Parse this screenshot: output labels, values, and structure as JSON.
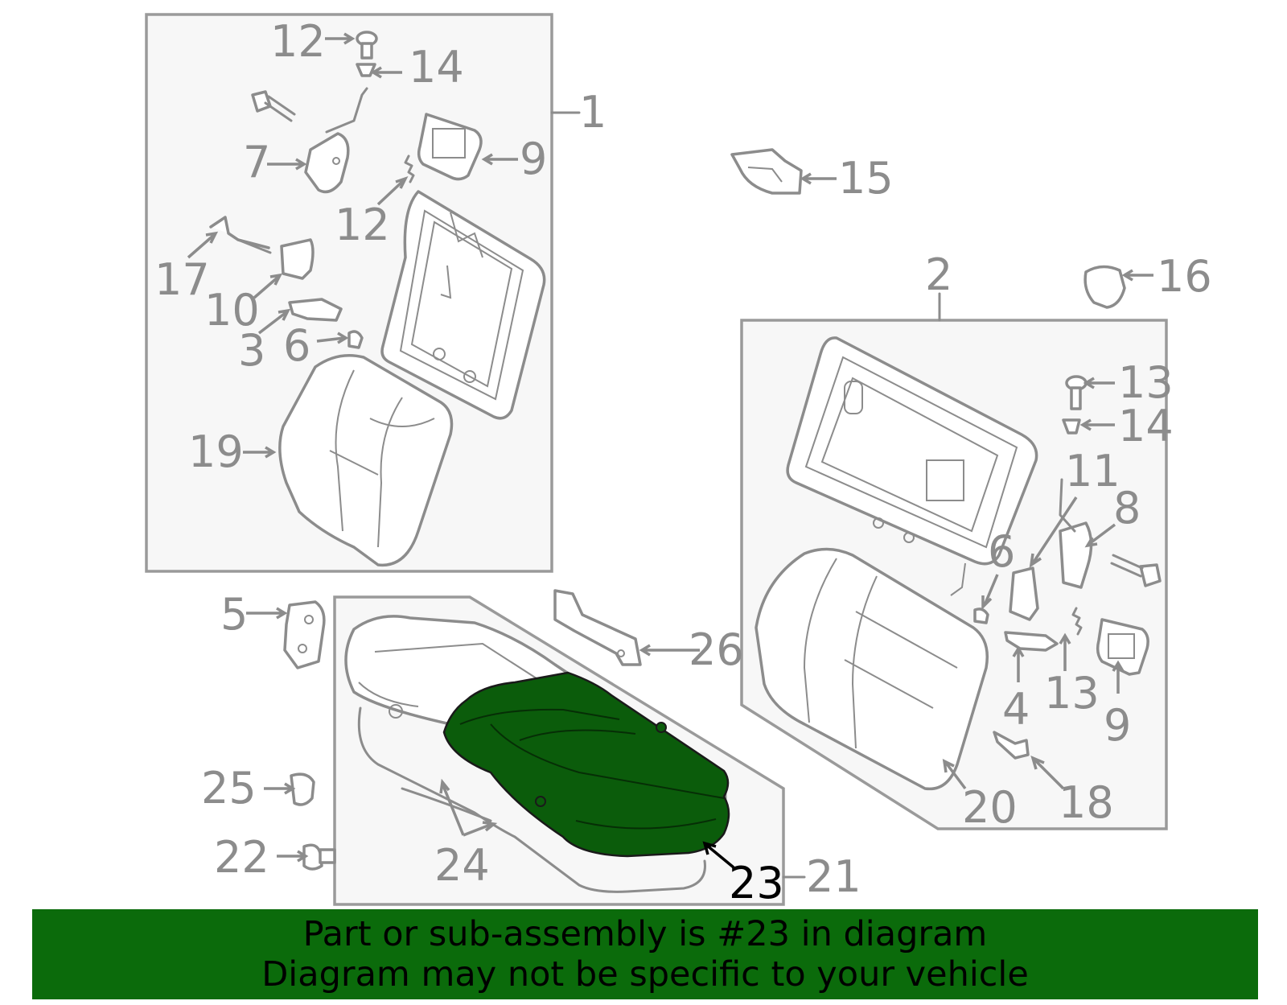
{
  "colors": {
    "highlight": "#0b5c0b",
    "banner": "#0b6b0b",
    "part_stroke": "#8c8c8c",
    "frame_fill": "#f7f7f7"
  },
  "callouts": [
    {
      "id": "c1",
      "text": "1"
    },
    {
      "id": "c2",
      "text": "2"
    },
    {
      "id": "c3",
      "text": "3"
    },
    {
      "id": "c4",
      "text": "4"
    },
    {
      "id": "c5",
      "text": "5"
    },
    {
      "id": "c6a",
      "text": "6"
    },
    {
      "id": "c6b",
      "text": "6"
    },
    {
      "id": "c7",
      "text": "7"
    },
    {
      "id": "c8",
      "text": "8"
    },
    {
      "id": "c9a",
      "text": "9"
    },
    {
      "id": "c9b",
      "text": "9"
    },
    {
      "id": "c10",
      "text": "10"
    },
    {
      "id": "c11",
      "text": "11"
    },
    {
      "id": "c12a",
      "text": "12"
    },
    {
      "id": "c12b",
      "text": "12"
    },
    {
      "id": "c13a",
      "text": "13"
    },
    {
      "id": "c13b",
      "text": "13"
    },
    {
      "id": "c14a",
      "text": "14"
    },
    {
      "id": "c14b",
      "text": "14"
    },
    {
      "id": "c15",
      "text": "15"
    },
    {
      "id": "c16",
      "text": "16"
    },
    {
      "id": "c17",
      "text": "17"
    },
    {
      "id": "c18",
      "text": "18"
    },
    {
      "id": "c19",
      "text": "19"
    },
    {
      "id": "c20",
      "text": "20"
    },
    {
      "id": "c21",
      "text": "21"
    },
    {
      "id": "c22",
      "text": "22"
    },
    {
      "id": "c23",
      "text": "23",
      "highlighted": true
    },
    {
      "id": "c24",
      "text": "24"
    },
    {
      "id": "c25",
      "text": "25"
    },
    {
      "id": "c26",
      "text": "26"
    }
  ],
  "banner": {
    "line1": "Part or sub-assembly is #23 in diagram",
    "line2": "Diagram may not be specific to your vehicle"
  }
}
